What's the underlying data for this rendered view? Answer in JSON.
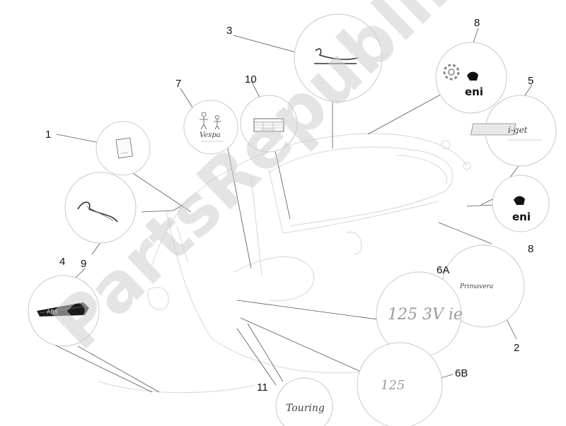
{
  "callouts": [
    {
      "id": "1",
      "label": "1"
    },
    {
      "id": "2",
      "label": "2"
    },
    {
      "id": "3",
      "label": "3"
    },
    {
      "id": "4",
      "label": "4"
    },
    {
      "id": "5",
      "label": "5"
    },
    {
      "id": "6A",
      "label": "6A"
    },
    {
      "id": "6B",
      "label": "6B"
    },
    {
      "id": "7",
      "label": "7"
    },
    {
      "id": "8a",
      "label": "8"
    },
    {
      "id": "8b",
      "label": "8"
    },
    {
      "id": "9",
      "label": "9"
    },
    {
      "id": "10",
      "label": "10"
    },
    {
      "id": "11",
      "label": "11"
    }
  ],
  "decals": {
    "eni_top": "eni",
    "eni_bottom": "eni",
    "abs_badge": "ABS",
    "model_6a": "125 3V ie",
    "model_6b": "125",
    "touring": "Touring",
    "vespa": "Vespa",
    "iget": "i-get",
    "primavera": "Primavera"
  },
  "watermark": "PartsRepublik",
  "colors": {
    "line": "#555555",
    "circle": "#c8c8c8",
    "watermark": "#cfcfcf"
  }
}
